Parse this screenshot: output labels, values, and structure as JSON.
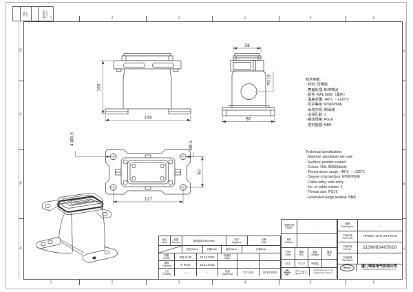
{
  "frame": {
    "zones_top": [
      "1",
      "2",
      "3",
      "4",
      "5",
      "6"
    ],
    "zones_bottom": [
      "1",
      "2",
      "3",
      "4",
      "5",
      "6"
    ],
    "zones_left": [
      "D",
      "C",
      "B",
      "A"
    ],
    "zones_right": [
      "D",
      "C",
      "B",
      "A"
    ],
    "rev_strip": {
      "date_label": "日期\nDate",
      "chg_label": "更改单号\nChg.No."
    }
  },
  "views": {
    "front": {
      "height": "100",
      "width": "156"
    },
    "side": {
      "top_width": "58",
      "base_width": "80",
      "thread": "PG16"
    },
    "plan": {
      "holes": "4-Ø8.5",
      "hole_dia": "Ø8.5",
      "dim_v": "60",
      "dim_h": "127"
    }
  },
  "specs_cn": {
    "title": "技术参数:",
    "items": [
      "- 材料: 压铸铝",
      "- 表面处理: 粉末喷涂",
      "- 颜色: RAL 9005（黑色）",
      "- 温度范围: -40℃ ~ +125℃",
      "- 防护等级: IP68/IP69K",
      "- 出线方向: 侧出线",
      "- 出线孔数: 1",
      "- 螺纹规格: PG16",
      "- 密封垫圈: NBR"
    ]
  },
  "specs_en": {
    "title": "Technical specification:",
    "items": [
      "- Material: aluminium die-cast",
      "- Surface: powder-coated",
      "- Colour: RAL 9005(black)",
      "- Temperature range: -40℃ ~ +125℃",
      "- Degree of protection: IP68/IP69K",
      "- Cable entry: side entry",
      "- No. of cable entries: 1",
      "- Thread size: PG16",
      "- Hoods/Housings sealing: NBR"
    ]
  },
  "title_block": {
    "left": {
      "mark": "标记\nMark",
      "number": "处数\nNumber",
      "description": "更改描述/Description",
      "signature": "签字\nSignature",
      "date": "日期\nDate",
      "name_hdr": "姓名/Name",
      "date_hdr": "日期/Date",
      "drawn_label": "制图\nDrawn",
      "drawn_name": "BQ LUO",
      "drawn_date": "18.10.2010",
      "checked_label": "审核\nChecked",
      "checked_name": "P RAO",
      "checked_date": "18.10.2010",
      "process_label": "工艺\nProcess",
      "process_name": "-",
      "process_date": "-",
      "stand_label": "标准化\nStand.",
      "stand_name": "-",
      "stand_date": "-",
      "approved_label": "批准\nApproved",
      "approved_name": "YY LIN",
      "approved_date": "18.10.2010"
    },
    "middle": {
      "finish_label": "表面处理\nFinish",
      "finish_value": "-",
      "material_label": "材料\nMaterial",
      "material_value": "-",
      "scale_label": "比例\nScale",
      "scale_value": "5:2",
      "rev_label": "版本\nREV.",
      "rev_value": "V1.0",
      "weight_label": "重量\nWeight",
      "weight_value": "940g",
      "qty_label": "数量\nQty.",
      "qty_value": "-",
      "dims_note": "All Dimensions in mm\nOriginal Size DIN A 4"
    },
    "right": {
      "drawing_no_label": "图号\nDrawing No.",
      "drawing_no_value": "-",
      "part_code_label": "产品代号\nPart Code",
      "part_code_value": "HP68/H-5FH-2T-PG16",
      "part_no_label": "产品料号\nPart No.",
      "part_no_value": "1136062405010",
      "part_name_label": "产品名称\nPart Name",
      "part_name_value": "-",
      "logo_text": "WAIN",
      "company_cn": "厦门唯恩电气有限公司",
      "company_en": "XIAMEN WAIN ELECTRICAL CO.,LTD"
    }
  }
}
